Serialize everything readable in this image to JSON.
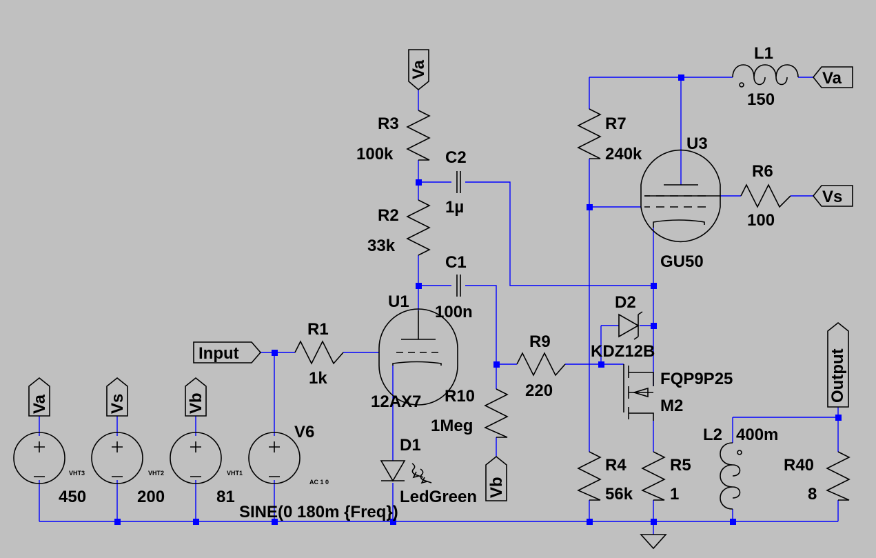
{
  "components": {
    "R1": {
      "name": "R1",
      "value": "1k"
    },
    "R2": {
      "name": "R2",
      "value": "33k"
    },
    "R3": {
      "name": "R3",
      "value": "100k"
    },
    "R4": {
      "name": "R4",
      "value": "56k"
    },
    "R5": {
      "name": "R5",
      "value": "1"
    },
    "R6": {
      "name": "R6",
      "value": "100"
    },
    "R7": {
      "name": "R7",
      "value": "240k"
    },
    "R9": {
      "name": "R9",
      "value": "220"
    },
    "R10": {
      "name": "R10",
      "value": "1Meg"
    },
    "R40": {
      "name": "R40",
      "value": "8"
    },
    "C1": {
      "name": "C1",
      "value": "100n"
    },
    "C2": {
      "name": "C2",
      "value": "1µ"
    },
    "L1": {
      "name": "L1",
      "value": "150"
    },
    "L2": {
      "name": "L2",
      "value": "400m"
    },
    "U1": {
      "name": "U1",
      "model": "12AX7"
    },
    "U3": {
      "name": "U3",
      "model": "GU50"
    },
    "D1": {
      "name": "D1",
      "model": "LedGreen"
    },
    "D2": {
      "name": "D2",
      "model": "KDZ12B"
    },
    "M2": {
      "name": "M2",
      "model": "FQP9P25"
    },
    "V6": {
      "name": "V6",
      "value": "SINE(0 180m {Freq})",
      "ac": "AC 1 0"
    },
    "VHT1": {
      "name": "VHT1",
      "value": "81"
    },
    "VHT2": {
      "name": "VHT2",
      "value": "200"
    },
    "VHT3": {
      "name": "VHT3",
      "value": "450"
    }
  },
  "flags": {
    "input": "Input",
    "output": "Output",
    "va": "Va",
    "vs": "Vs",
    "vb": "Vb"
  },
  "colors": {
    "background": "#c0c0c0",
    "wire": "#0000ff",
    "component": "#000000"
  }
}
